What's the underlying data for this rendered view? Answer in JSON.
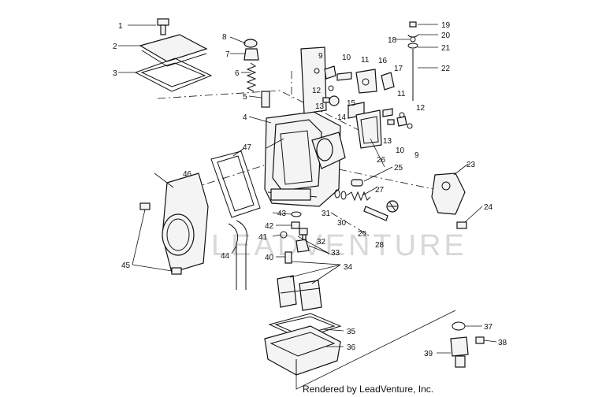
{
  "diagram": {
    "watermark": "LEADVENTURE",
    "footer": "Rendered by LeadVenture, Inc.",
    "callouts": [
      "1",
      "2",
      "3",
      "4",
      "5",
      "6",
      "7",
      "8",
      "9",
      "10",
      "11",
      "12",
      "13",
      "14",
      "15",
      "16",
      "17",
      "18",
      "19",
      "20",
      "21",
      "22",
      "23",
      "24",
      "25",
      "26",
      "27",
      "28",
      "29",
      "30",
      "31",
      "32",
      "33",
      "34",
      "35",
      "36",
      "37",
      "38",
      "39",
      "40",
      "41",
      "42",
      "43",
      "44",
      "45",
      "46",
      "47"
    ]
  }
}
